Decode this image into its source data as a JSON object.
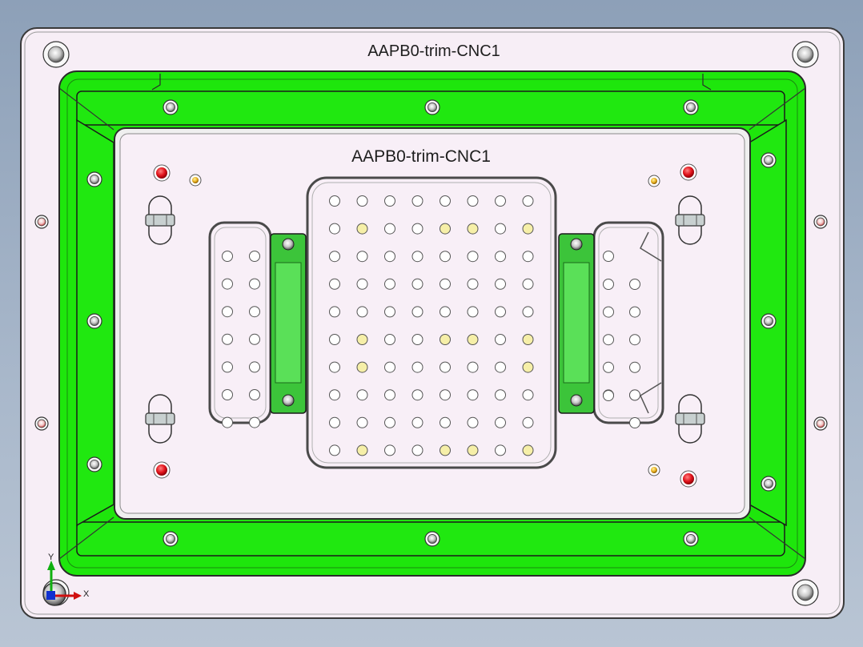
{
  "viewport": {
    "title_outer": "AAPB0-trim-CNC1",
    "title_inner": "AAPB0-trim-CNC1",
    "triad": {
      "y_label": "Y",
      "x_label": "X"
    }
  },
  "colors": {
    "background_top": "#8da0b8",
    "plate": "#f7eef6",
    "frame_green": "#1ee60c",
    "clamp_green": "#4cd84a",
    "hole_red": "#e0121a",
    "hole_yellow": "#e8b020"
  },
  "icons": [
    "axis-triad-icon"
  ]
}
